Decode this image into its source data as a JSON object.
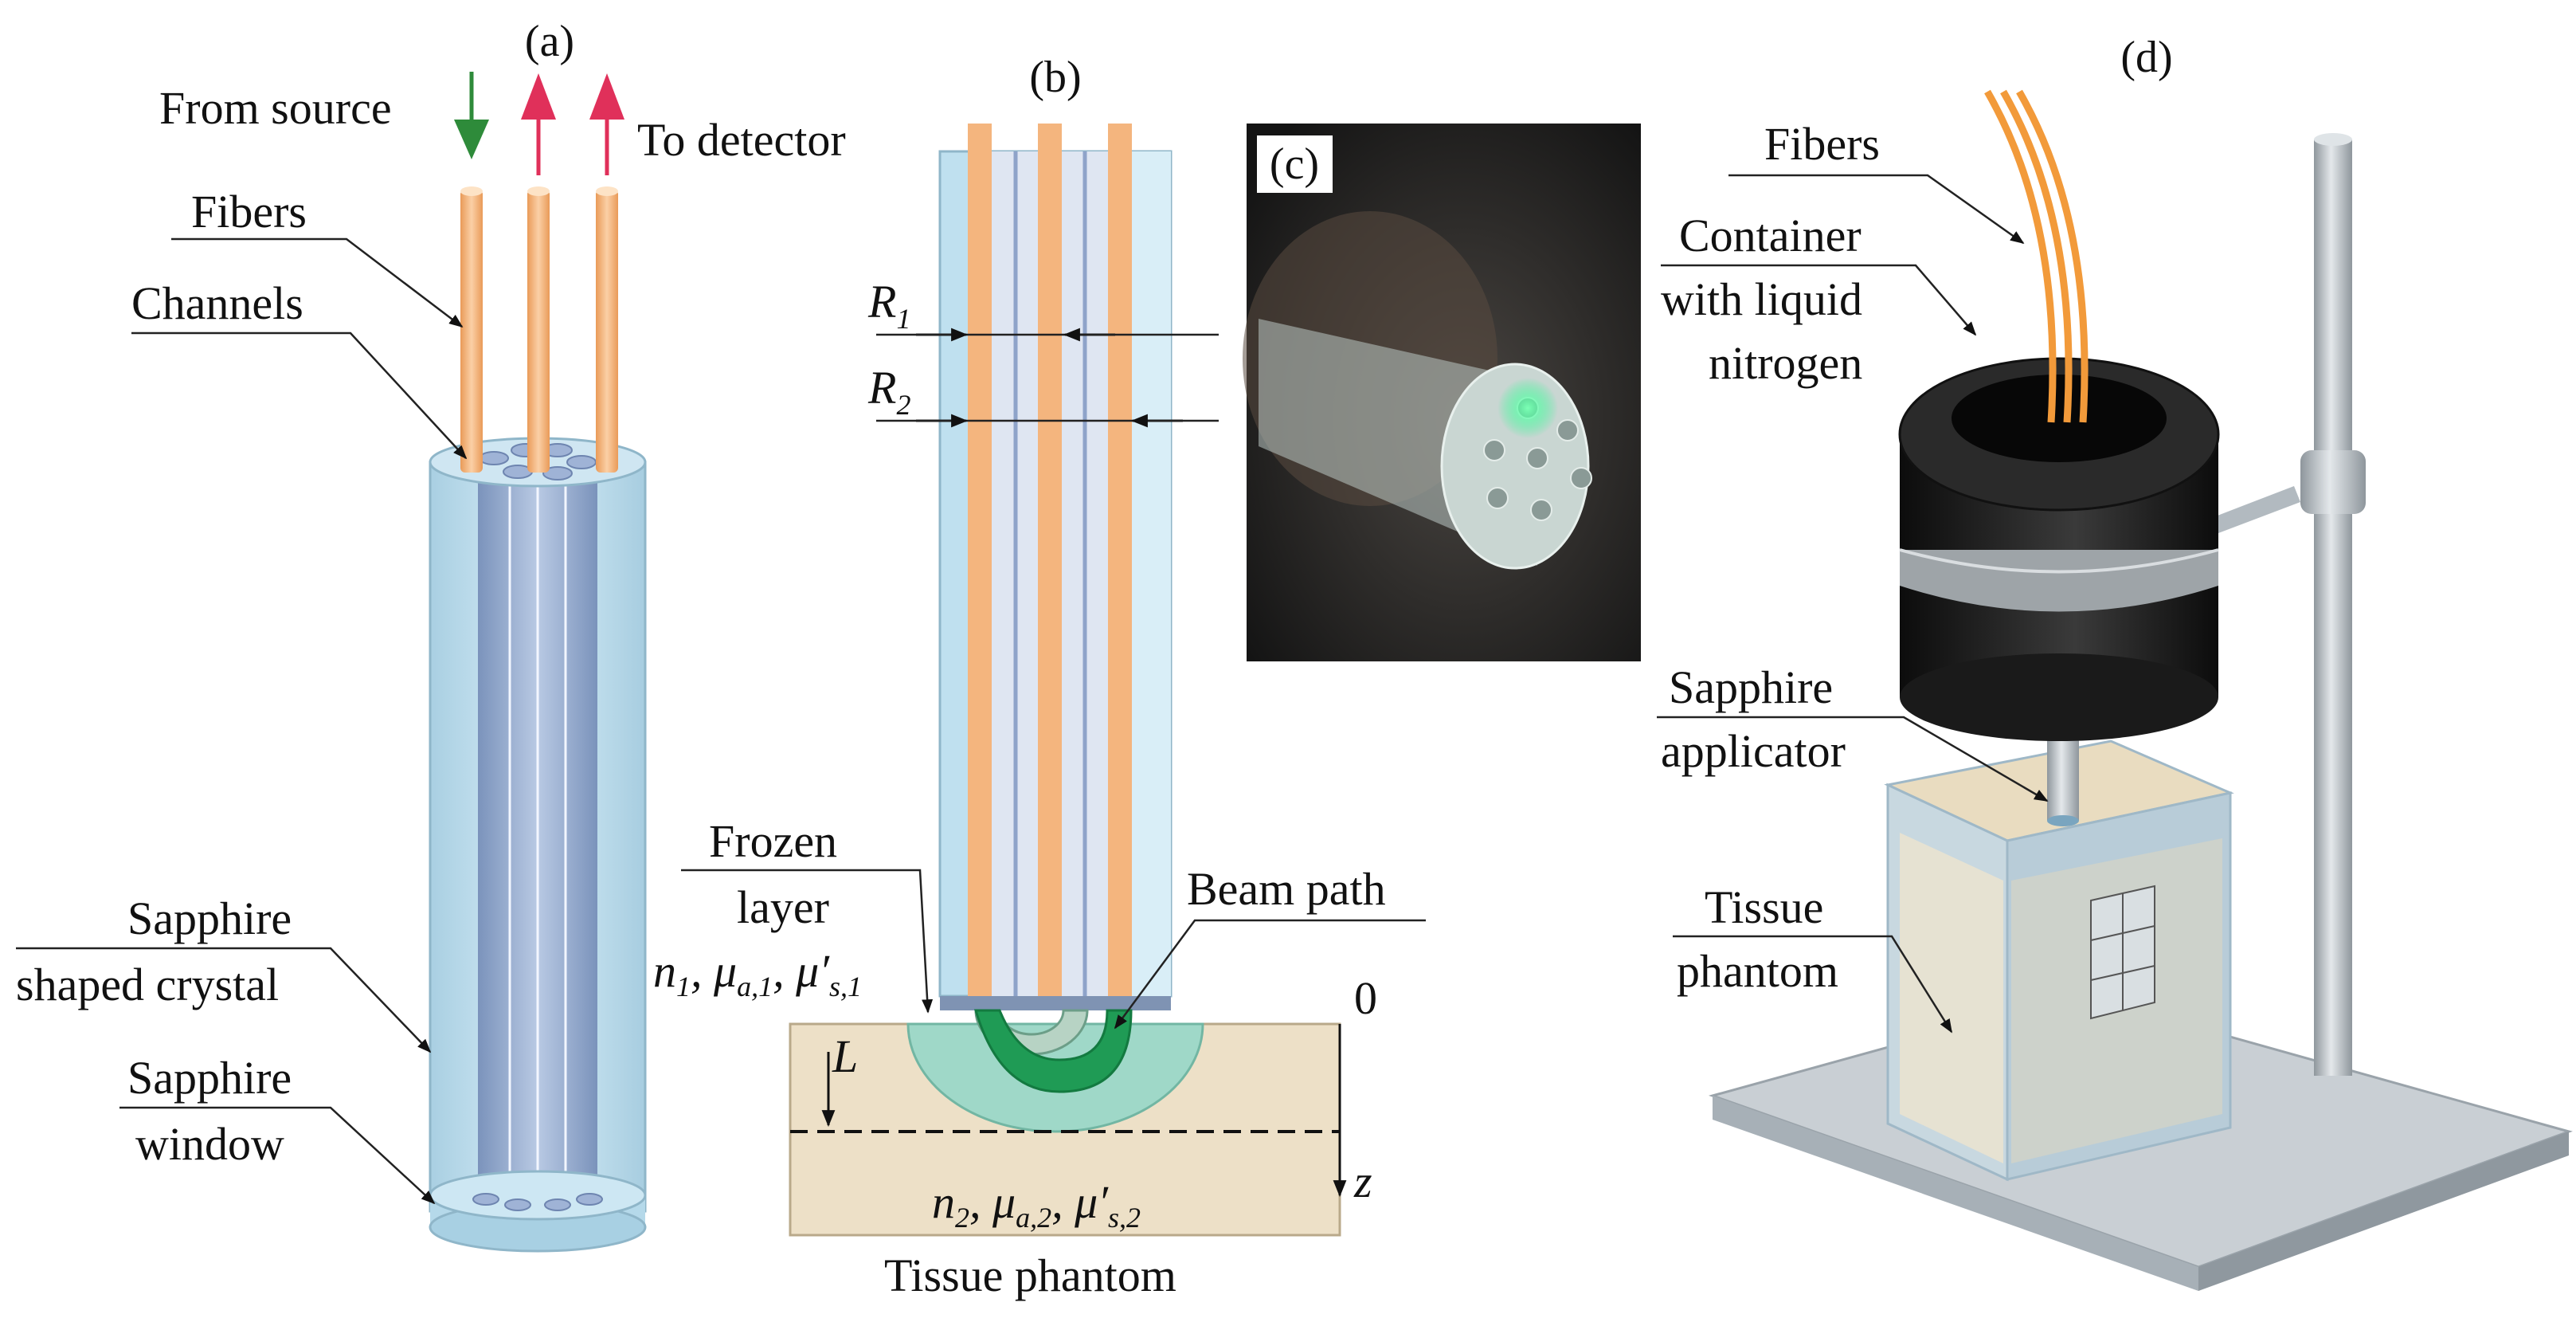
{
  "colors": {
    "fiber": "#f4b57e",
    "sapphire": "#bfe0ef",
    "channel": "#8ea3c9",
    "green_arrow": "#2e8b3a",
    "red_arrow": "#e0305a",
    "phantom": "#ede0c7",
    "frozen": "#9fd8c8",
    "beam": "#1f9b55",
    "container": "#1c1c1c",
    "stand": "#b9c0c6",
    "base_plate": "#c9cfd4"
  },
  "panel_a": {
    "tag": "(a)",
    "from_source": "From source",
    "to_detector": "To detector",
    "fibers": "Fibers",
    "channels": "Channels",
    "crystal_1": "Sapphire",
    "crystal_2": "shaped crystal",
    "window_1": "Sapphire",
    "window_2": "window"
  },
  "panel_b": {
    "tag": "(b)",
    "r1": "R",
    "r1_sub": "1",
    "r2": "R",
    "r2_sub": "2",
    "frozen_1": "Frozen",
    "frozen_2": "layer",
    "frozen_params": {
      "n": "n",
      "n_sub": "1",
      "mu_a": "μ",
      "mu_a_sub": "a,1",
      "mu_s": "μ′",
      "mu_s_sub": "s,1"
    },
    "beam_path": "Beam path",
    "zero": "0",
    "depth": "L",
    "axis": "z",
    "phantom_params": {
      "n": "n",
      "n_sub": "2",
      "mu_a": "μ",
      "mu_a_sub": "a,2",
      "mu_s": "μ′",
      "mu_s_sub": "s,2"
    },
    "caption": "Tissue phantom"
  },
  "panel_c": {
    "tag": "(c)"
  },
  "panel_d": {
    "tag": "(d)",
    "fibers": "Fibers",
    "container_1": "Container",
    "container_2": "with liquid",
    "container_3": "nitrogen",
    "applicator_1": "Sapphire",
    "applicator_2": "applicator",
    "phantom_1": "Tissue",
    "phantom_2": "phantom"
  }
}
